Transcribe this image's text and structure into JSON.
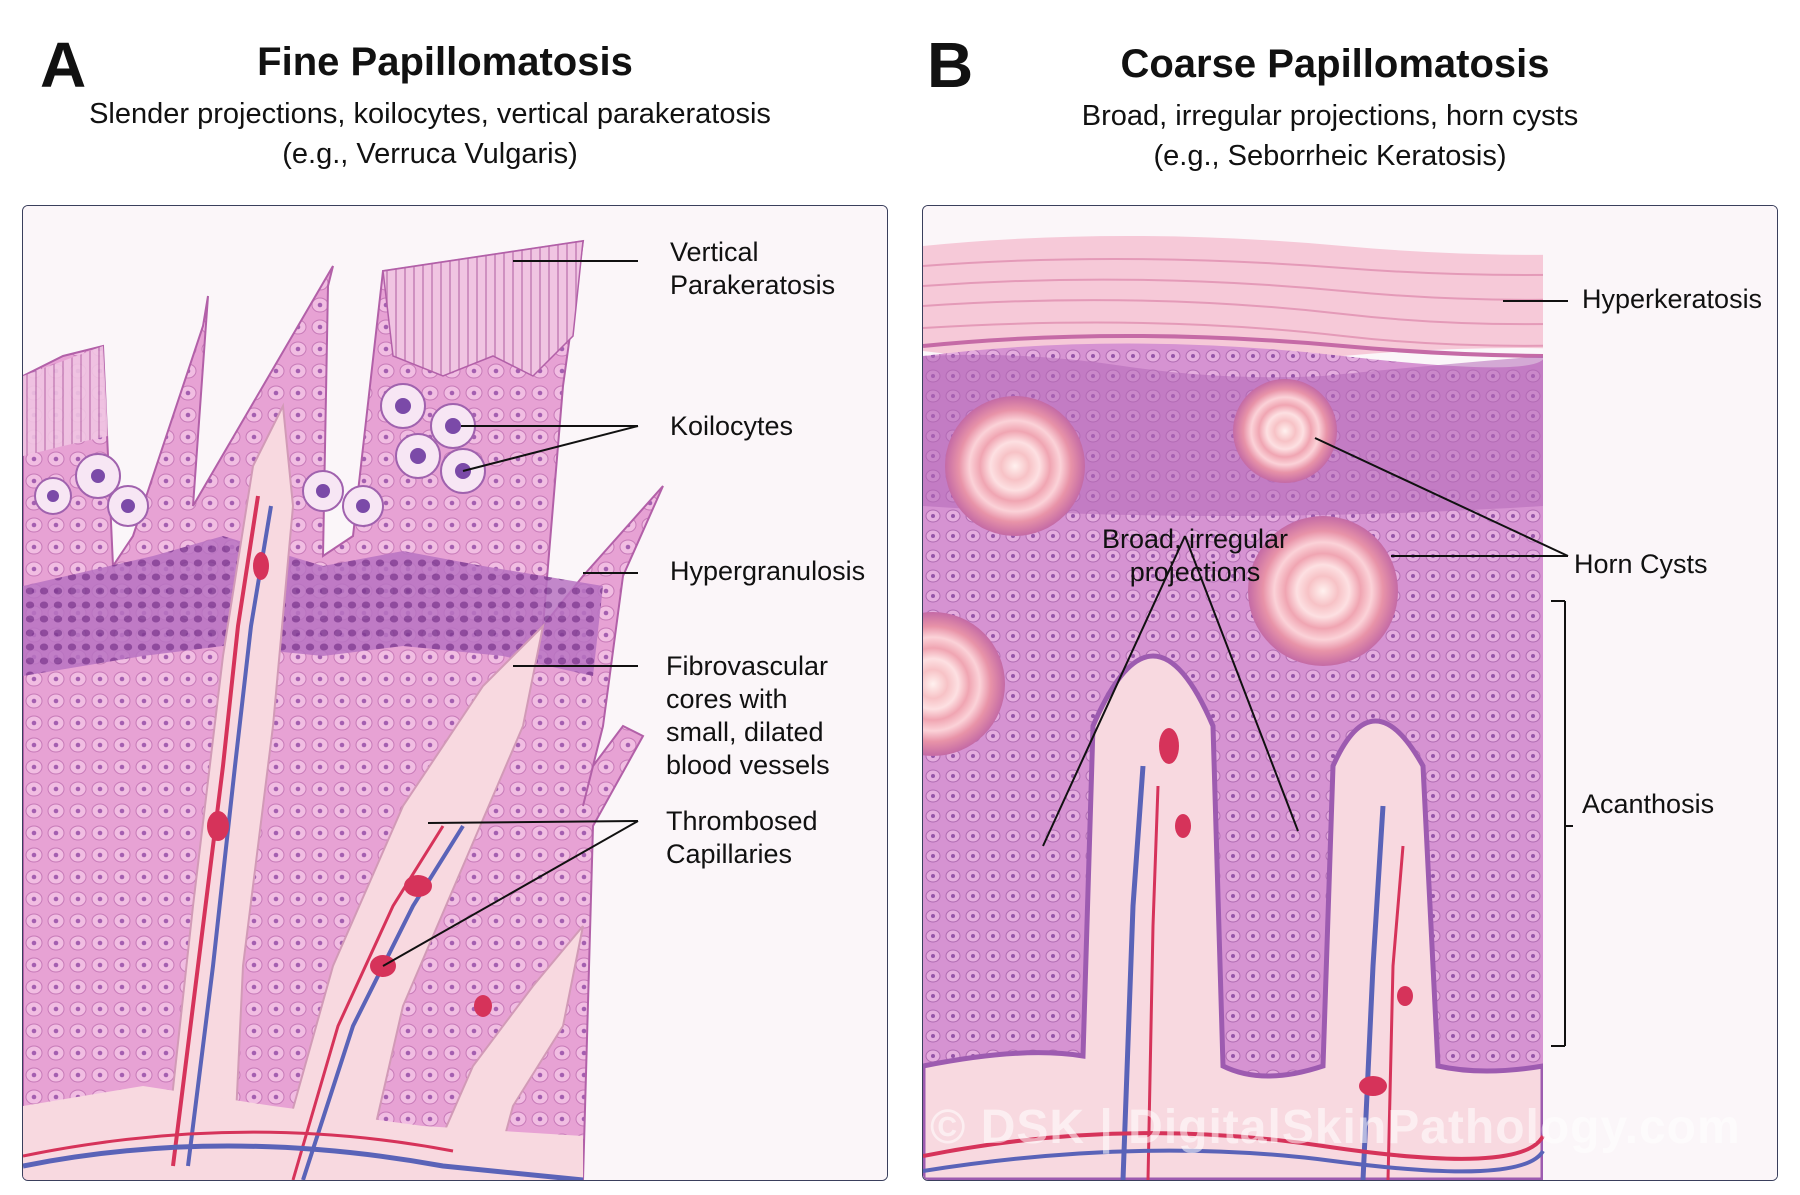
{
  "panel_a": {
    "letter": "A",
    "title": "Fine Papillomatosis",
    "subtitle_line1": "Slender projections, koilocytes, vertical parakeratosis",
    "subtitle_line2": "(e.g., Verruca Vulgaris)",
    "labels": {
      "parakeratosis_1": "Vertical",
      "parakeratosis_2": "Parakeratosis",
      "koilocytes": "Koilocytes",
      "hypergranulosis": "Hypergranulosis",
      "fibro_1": "Fibrovascular",
      "fibro_2": "cores with",
      "fibro_3": "small, dilated",
      "fibro_4": "blood vessels",
      "thrombosed_1": "Thrombosed",
      "thrombosed_2": "Capillaries"
    }
  },
  "panel_b": {
    "letter": "B",
    "title": "Coarse Papillomatosis",
    "subtitle_line1": "Broad, irregular projections, horn cysts",
    "subtitle_line2": "(e.g., Seborrheic Keratosis)",
    "labels": {
      "hyperkeratosis": "Hyperkeratosis",
      "horn_cysts": "Horn Cysts",
      "acanthosis": "Acanthosis",
      "broad_1": "Broad, irregular",
      "broad_2": "projections"
    }
  },
  "watermark": "© DSK | DigitalSkinPathology.com",
  "colors": {
    "tissue_pink": "#e9a7d6",
    "granular_purple": "#a25bb0",
    "stroma": "#f7d3dc",
    "vessel_red": "#d6335a",
    "vessel_blue": "#5a63b8",
    "frame": "#3a3f5c"
  }
}
